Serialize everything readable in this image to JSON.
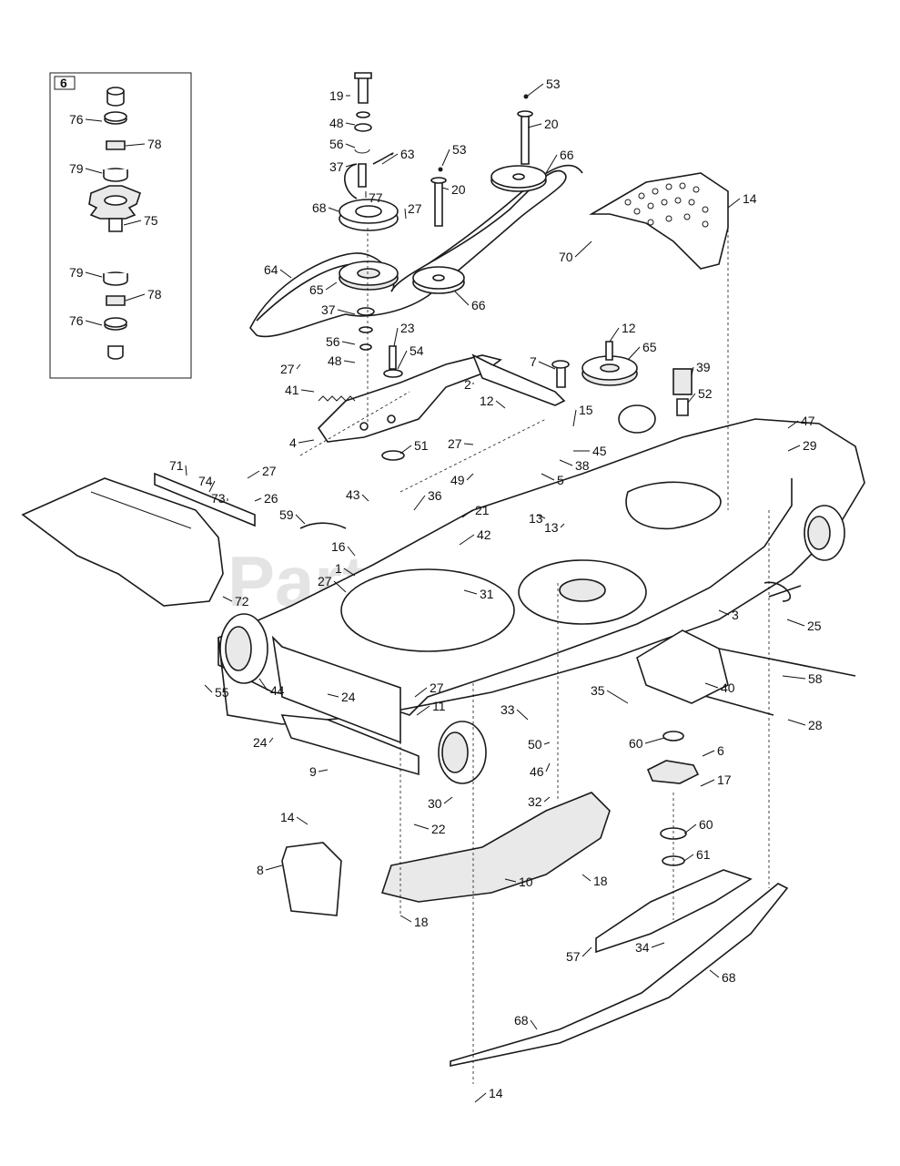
{
  "watermark": "PartsTree",
  "inset_box_label": "6",
  "callouts": [
    "19",
    "53",
    "48",
    "20",
    "56",
    "53",
    "66",
    "37",
    "63",
    "77",
    "20",
    "14",
    "68",
    "27",
    "70",
    "64",
    "65",
    "66",
    "37",
    "12",
    "65",
    "56",
    "23",
    "27",
    "48",
    "54",
    "7",
    "39",
    "2",
    "52",
    "41",
    "12",
    "15",
    "47",
    "4",
    "51",
    "27",
    "45",
    "29",
    "49",
    "38",
    "71",
    "27",
    "5",
    "74",
    "73",
    "26",
    "43",
    "36",
    "21",
    "59",
    "13",
    "42",
    "13",
    "16",
    "72",
    "1",
    "31",
    "27",
    "3",
    "25",
    "55",
    "44",
    "24",
    "40",
    "58",
    "27",
    "24",
    "11",
    "35",
    "28",
    "33",
    "50",
    "60",
    "6",
    "9",
    "46",
    "17",
    "30",
    "32",
    "22",
    "14",
    "60",
    "61",
    "8",
    "10",
    "18",
    "18",
    "57",
    "34",
    "68",
    "68",
    "14",
    "76",
    "78",
    "79",
    "75",
    "79",
    "78",
    "76"
  ]
}
